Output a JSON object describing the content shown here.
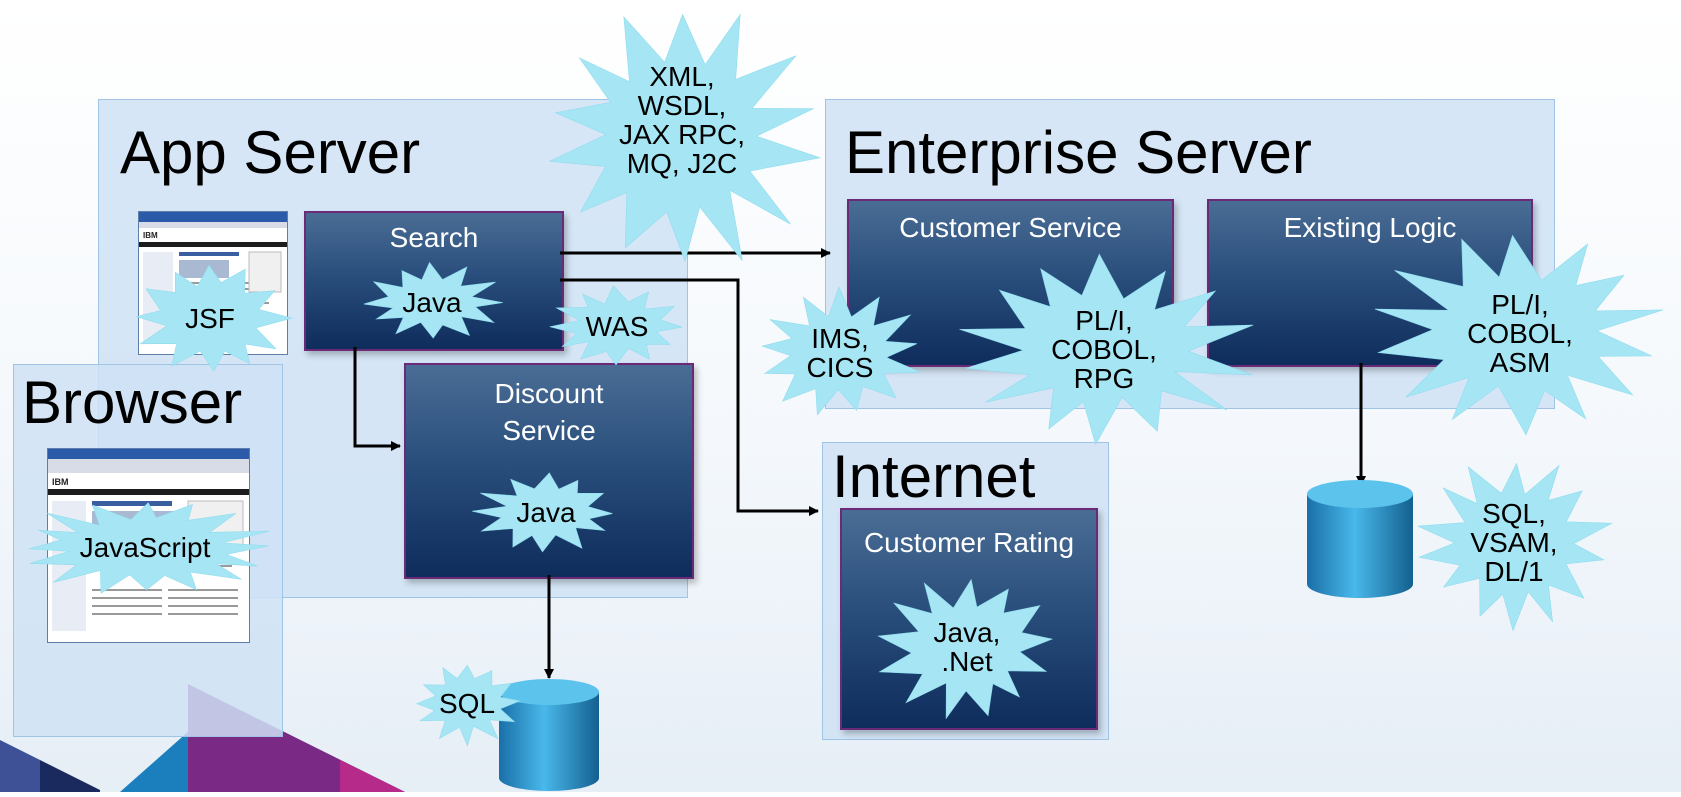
{
  "regions": {
    "app_server": "App Server",
    "enterprise_server": "Enterprise Server",
    "browser": "Browser",
    "internet": "Internet"
  },
  "services": {
    "search": "Search",
    "discount": "Discount\nService",
    "customer_service": "Customer Service",
    "existing_logic": "Existing Logic",
    "customer_rating": "Customer Rating"
  },
  "bursts": {
    "protocols": "XML,\nWSDL,\nJAX RPC,\nMQ, J2C",
    "jsf": "JSF",
    "search_java": "Java",
    "was": "WAS",
    "discount_java": "Java",
    "javascript": "JavaScript",
    "sql": "SQL",
    "ims_cics": "IMS,\nCICS",
    "cs_lang": "PL/I,\nCOBOL,\nRPG",
    "el_lang": "PL/I,\nCOBOL,\nASM",
    "rating_lang": "Java,\n.Net",
    "db_access": "SQL,\nVSAM,\nDL/1"
  },
  "colors": {
    "region_fill": "#cfe2f4",
    "region_border": "#9fc4e6",
    "service_top": "#4a6d95",
    "service_bottom": "#0e2c5c",
    "service_border": "#6a2a78",
    "burst_fill": "#a6e6f4",
    "database": "#2b93cf"
  }
}
